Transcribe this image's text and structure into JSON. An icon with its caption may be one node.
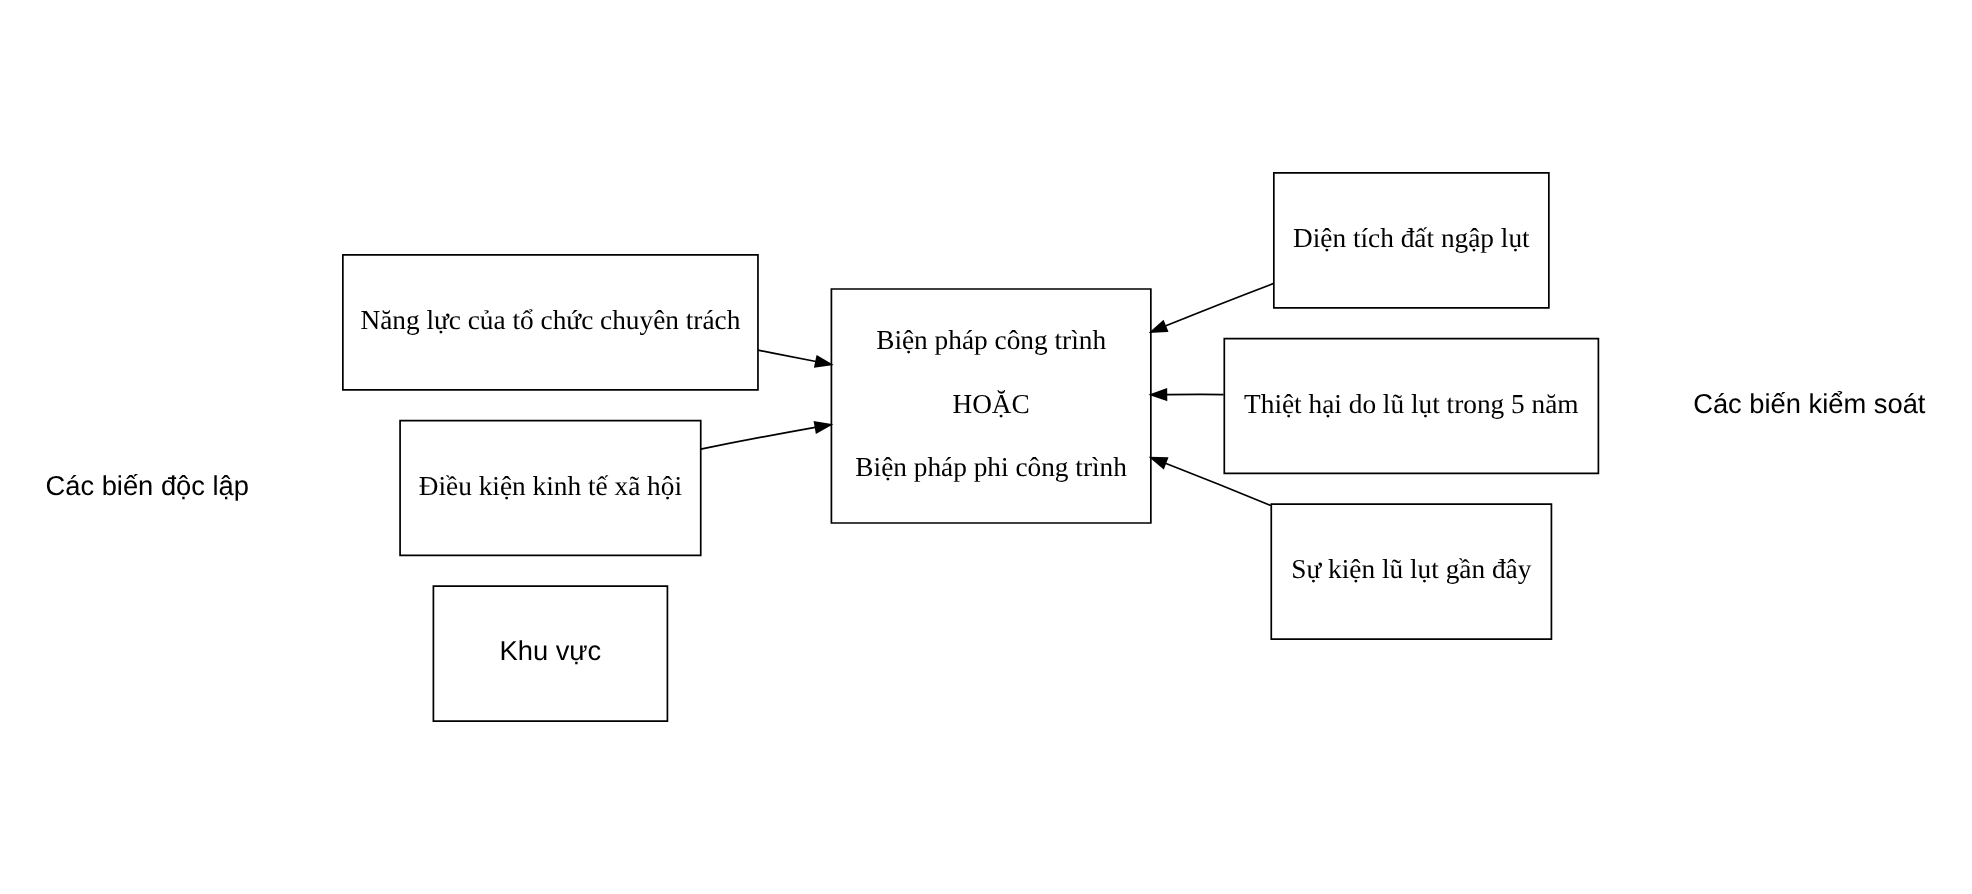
{
  "diagram": {
    "nodes": [
      {
        "text": [
          "Năng lực của tổ chức chuyên trách"
        ]
      },
      {
        "text": [
          "Điều kiện kinh tế xã hội"
        ]
      },
      {
        "text": [
          "Khu vực"
        ]
      },
      {
        "text": [
          "Biện pháp công trình",
          "HOẶC",
          "Biện pháp phi công trình"
        ]
      },
      {
        "text": [
          "Diện tích đất ngập lụt"
        ]
      },
      {
        "text": [
          "Thiệt hại do lũ lụt trong 5 năm"
        ]
      },
      {
        "text": [
          "Sự kiện lũ lụt gần đây"
        ]
      }
    ],
    "edges": [
      {
        "from": 0,
        "to": 3,
        "arrow": "to"
      },
      {
        "from": 1,
        "to": 3,
        "arrow": "to"
      },
      {
        "from": 4,
        "to": 3,
        "arrow": "to"
      },
      {
        "from": 5,
        "to": 3,
        "arrow": "to"
      },
      {
        "from": 6,
        "to": 3,
        "arrow": "to"
      }
    ],
    "labels": [
      "Các biến độc lập",
      "Các biến kiểm soát"
    ]
  }
}
